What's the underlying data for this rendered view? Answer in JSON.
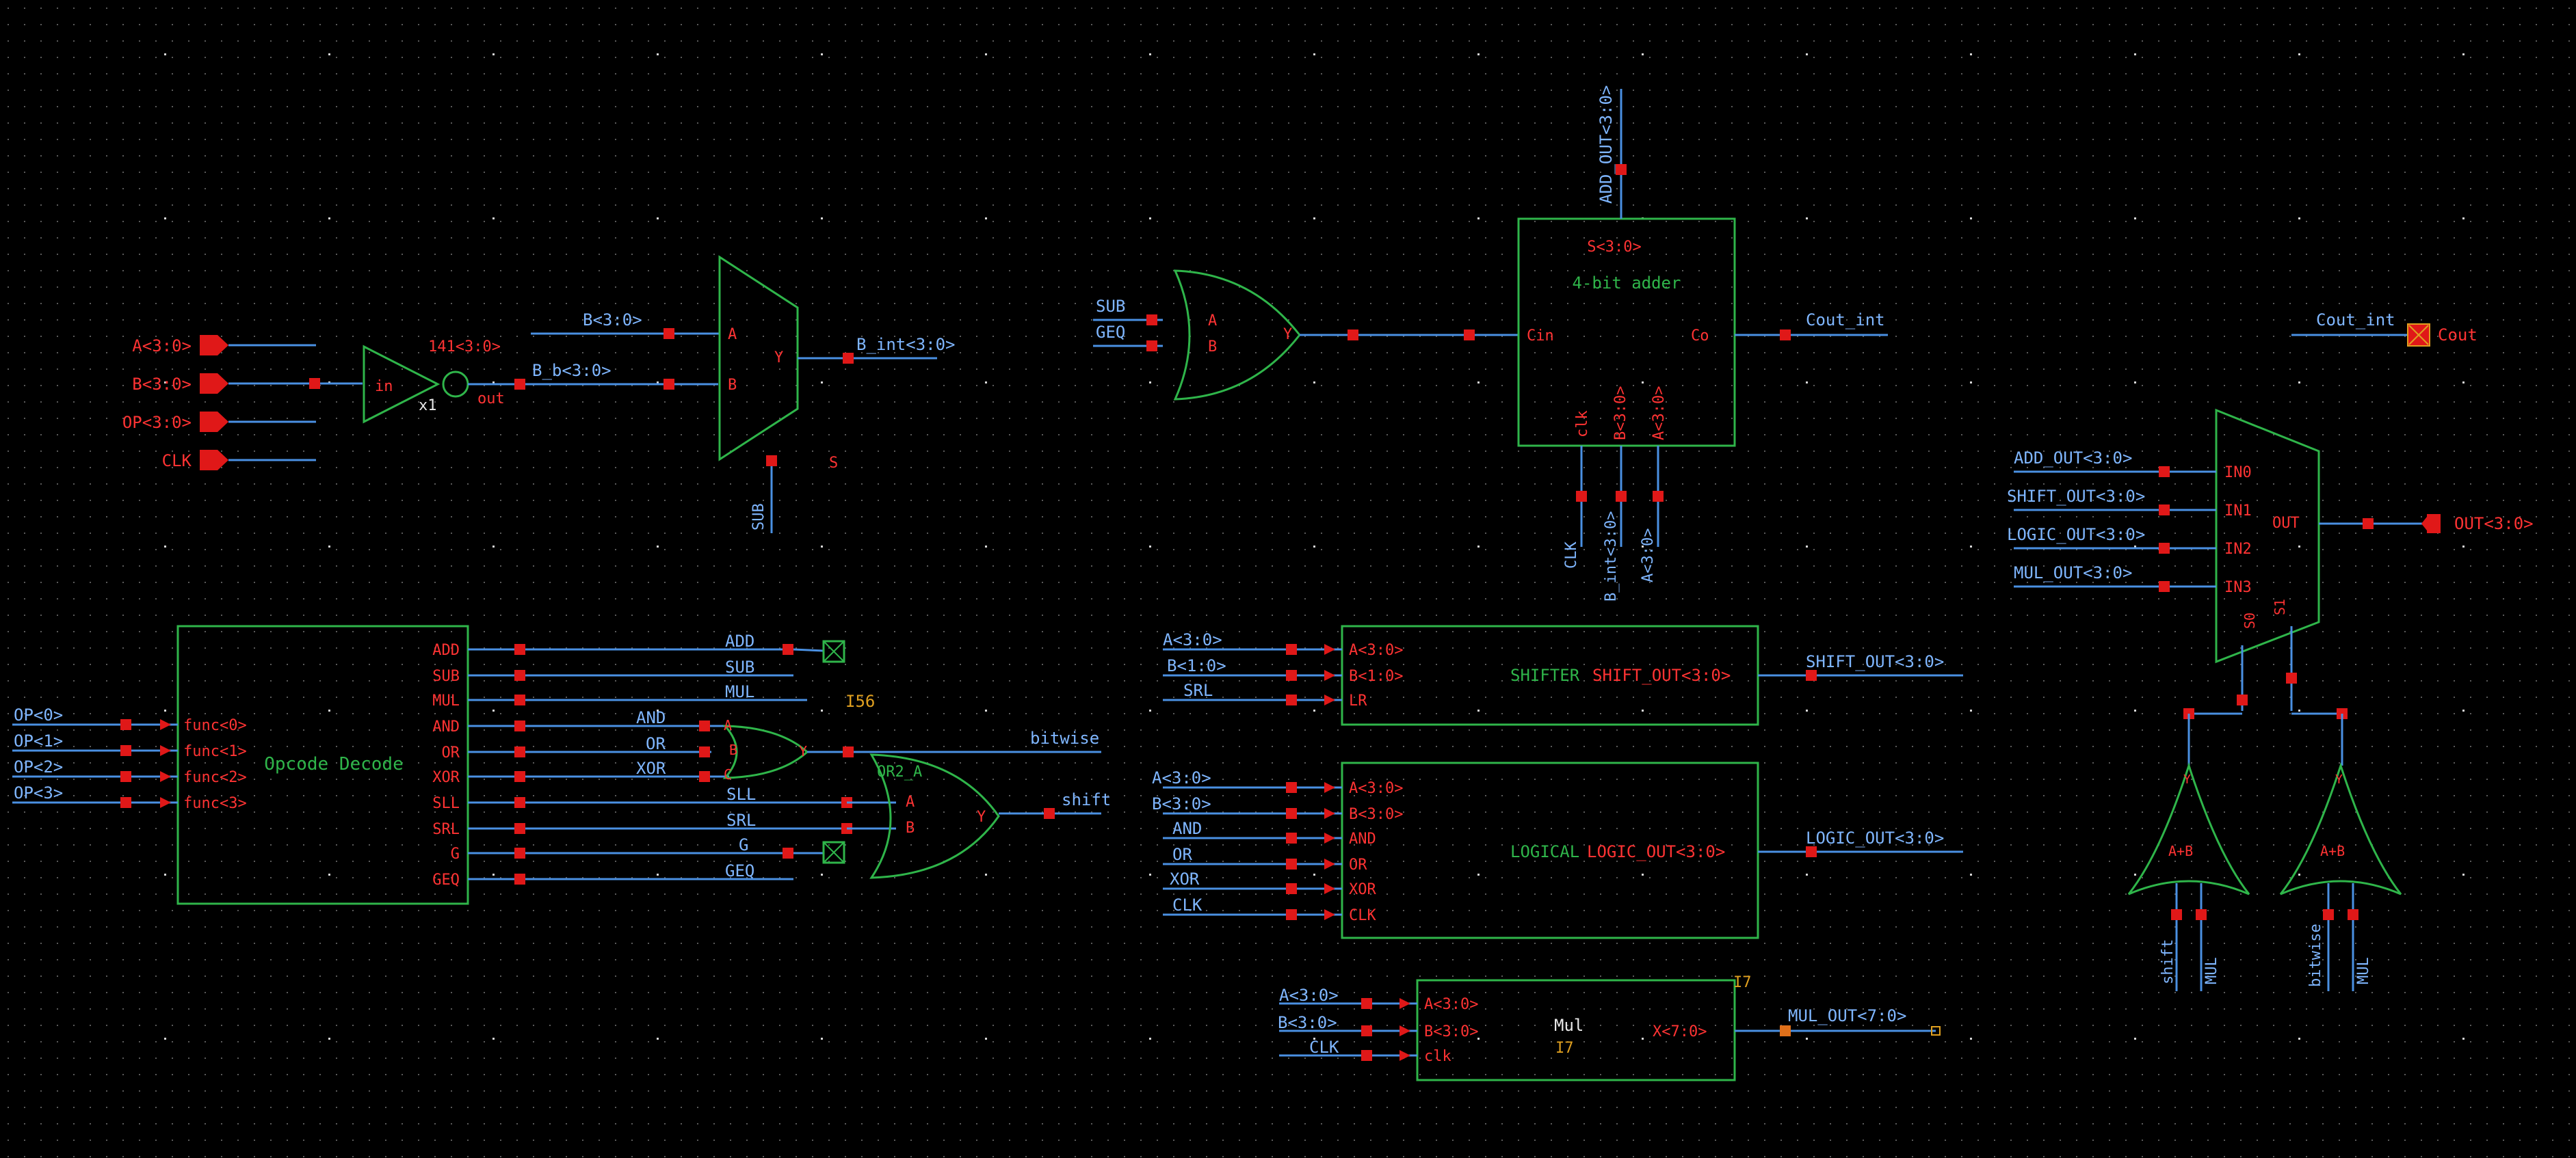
{
  "colors": {
    "background": "#000000",
    "grid": "#6a6a6a",
    "wire": "#4a90e2",
    "symbol": "#2fb54a",
    "pin": "#e01818",
    "pin_text": "#ff3333",
    "wire_text": "#7fb6ff",
    "instance_text": "#2fb54a",
    "annotation": "#e0a020",
    "white": "#e8e8e8"
  },
  "inputs": {
    "a": "A<3:0>",
    "b": "B<3:0>",
    "op": "OP<3:0>",
    "clk": "CLK"
  },
  "inverter": {
    "net_out": "141<3:0>",
    "pin_in": "in",
    "pin_out": "out",
    "size": "x1",
    "net_b_top": "B<3:0>",
    "net_b_b": "B_b<3:0>"
  },
  "mux_b": {
    "pin_a": "A",
    "pin_b": "B",
    "pin_y": "Y",
    "pin_s": "S",
    "net_out": "B_int<3:0>",
    "net_sel": "SUB"
  },
  "or_sub": {
    "net_sub": "SUB",
    "net_geq": "GEQ",
    "pin_a": "A",
    "pin_b": "B",
    "pin_y": "Y"
  },
  "adder": {
    "title": "4-bit adder",
    "pin_s": "S<3:0>",
    "pin_cin": "Cin",
    "pin_co": "Co",
    "pin_clk": "clk",
    "pin_b": "B<3:0>",
    "pin_a": "A<3:0>",
    "net_add_out": "ADD_OUT<3:0>",
    "net_cout": "Cout_int",
    "net_clk": "CLK",
    "net_b_int": "B_int<3:0>",
    "net_a": "A<3:0>"
  },
  "cout": {
    "net": "Cout_int",
    "pin": "Cout"
  },
  "out_mux": {
    "nets": [
      "ADD_OUT<3:0>",
      "SHIFT_OUT<3:0>",
      "LOGIC_OUT<3:0>",
      "MUL_OUT<3:0>"
    ],
    "pins": [
      "IN0",
      "IN1",
      "IN2",
      "IN3"
    ],
    "pin_out": "OUT",
    "pin_s0": "S0",
    "pin_s1": "S1",
    "out_port": "OUT<3:0>"
  },
  "decoder": {
    "title": "Opcode Decode",
    "op_nets": [
      "OP<0>",
      "OP<1>",
      "OP<2>",
      "OP<3>"
    ],
    "func_pins": [
      "func<0>",
      "func<1>",
      "func<2>",
      "func<3>"
    ],
    "out_pins": [
      "ADD",
      "SUB",
      "MUL",
      "AND",
      "OR",
      "XOR",
      "SLL",
      "SRL",
      "G",
      "GEQ"
    ],
    "out_nets": [
      "ADD",
      "SUB",
      "MUL",
      "AND",
      "OR",
      "XOR",
      "SLL",
      "SRL",
      "G",
      "GEQ"
    ],
    "inst": "I56"
  },
  "or3": {
    "pins": [
      "A",
      "B",
      "C"
    ],
    "pin_y": "Y",
    "net_out": "bitwise"
  },
  "or2": {
    "inst": "OR2_A",
    "pin_a": "A",
    "pin_b": "B",
    "pin_y": "Y",
    "net_out": "shift"
  },
  "shifter": {
    "title": "SHIFTER",
    "in_nets": [
      "A<3:0>",
      "B<1:0>",
      "SRL"
    ],
    "in_pins": [
      "A<3:0>",
      "B<1:0>",
      "LR"
    ],
    "pin_out": "SHIFT_OUT<3:0>",
    "net_out": "SHIFT_OUT<3:0>"
  },
  "logical": {
    "title": "LOGICAL",
    "in_nets": [
      "A<3:0>",
      "B<3:0>",
      "AND",
      "OR",
      "XOR",
      "CLK"
    ],
    "in_pins": [
      "A<3:0>",
      "B<3:0>",
      "AND",
      "OR",
      "XOR",
      "CLK"
    ],
    "pin_out": "LOGIC_OUT<3:0>",
    "net_out": "LOGIC_OUT<3:0>"
  },
  "mul": {
    "title": "Mul",
    "inst": "I7",
    "inst_dup": "I7",
    "in_nets": [
      "A<3:0>",
      "B<3:0>",
      "CLK"
    ],
    "in_pins": [
      "A<3:0>",
      "B<3:0>",
      "clk"
    ],
    "pin_out": "X<7:0>",
    "net_out": "MUL_OUT<7:0>"
  },
  "sel_or_left": {
    "gate_label": "A+B",
    "pin_y": "Y",
    "nets": [
      "shift",
      "MUL"
    ]
  },
  "sel_or_right": {
    "gate_label": "A+B",
    "pin_y": "Y",
    "nets": [
      "bitwise",
      "MUL"
    ]
  }
}
